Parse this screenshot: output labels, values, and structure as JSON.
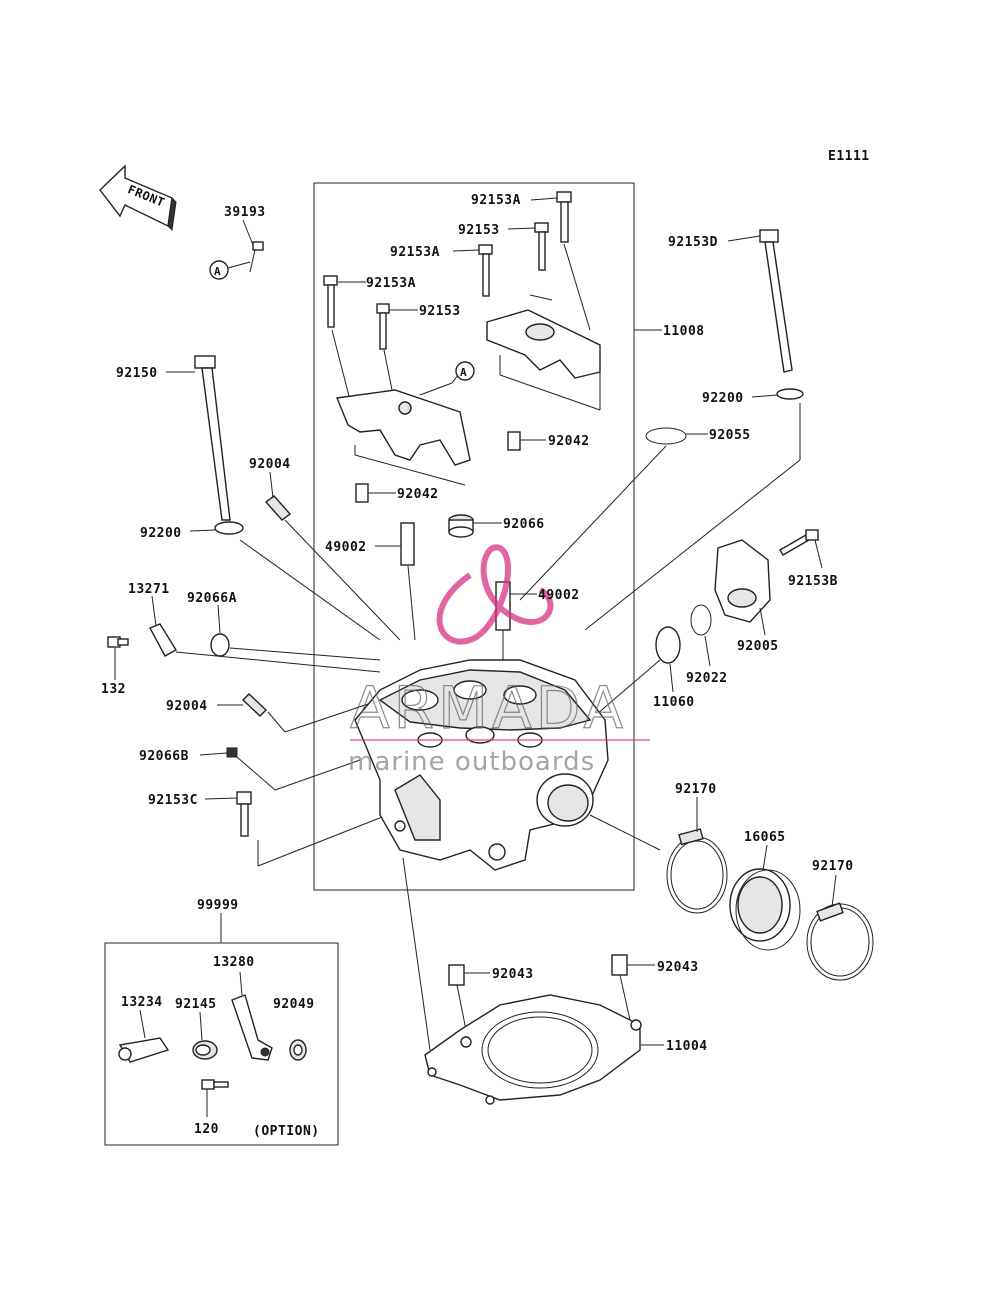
{
  "diagram_code": "E1111",
  "front_arrow_label": "FRONT",
  "option_label": "(OPTION)",
  "ref_marker": "A",
  "watermark": {
    "brand": "ARMADA",
    "tagline": "marine outboards",
    "color": "#d63384"
  },
  "labels": {
    "l39193": "39193",
    "l92153A_1": "92153A",
    "l92153_1": "92153",
    "l92153A_2": "92153A",
    "l92153D": "92153D",
    "l92153A_3": "92153A",
    "l92153_2": "92153",
    "l11008": "11008",
    "l92150": "92150",
    "l92200_1": "92200",
    "l92042_1": "92042",
    "l92055": "92055",
    "l92004_1": "92004",
    "l92042_2": "92042",
    "l92066": "92066",
    "l92200_2": "92200",
    "l49002_1": "49002",
    "l92153B": "92153B",
    "l49002_2": "49002",
    "l13271": "13271",
    "l92066A": "92066A",
    "l92005": "92005",
    "l132": "132",
    "l92022": "92022",
    "l92004_2": "92004",
    "l11060": "11060",
    "l92066B": "92066B",
    "l92153C": "92153C",
    "l92170_1": "92170",
    "l16065": "16065",
    "l92170_2": "92170",
    "l99999": "99999",
    "l13280": "13280",
    "l13234": "13234",
    "l92145": "92145",
    "l92049": "92049",
    "l92043_1": "92043",
    "l92043_2": "92043",
    "l11004": "11004",
    "l120": "120"
  }
}
